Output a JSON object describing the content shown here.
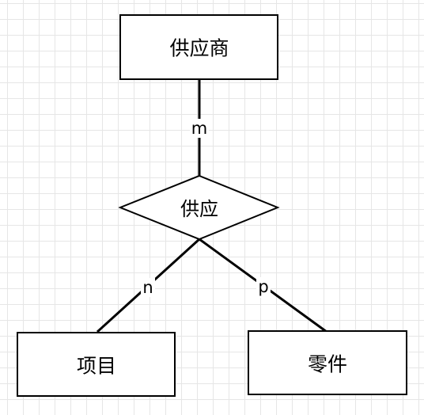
{
  "diagram": {
    "entities": {
      "supplier": "供应商",
      "project": "项目",
      "part": "零件"
    },
    "relationship": "供应",
    "cardinalities": {
      "supplier": "m",
      "project": "n",
      "part": "p"
    }
  }
}
